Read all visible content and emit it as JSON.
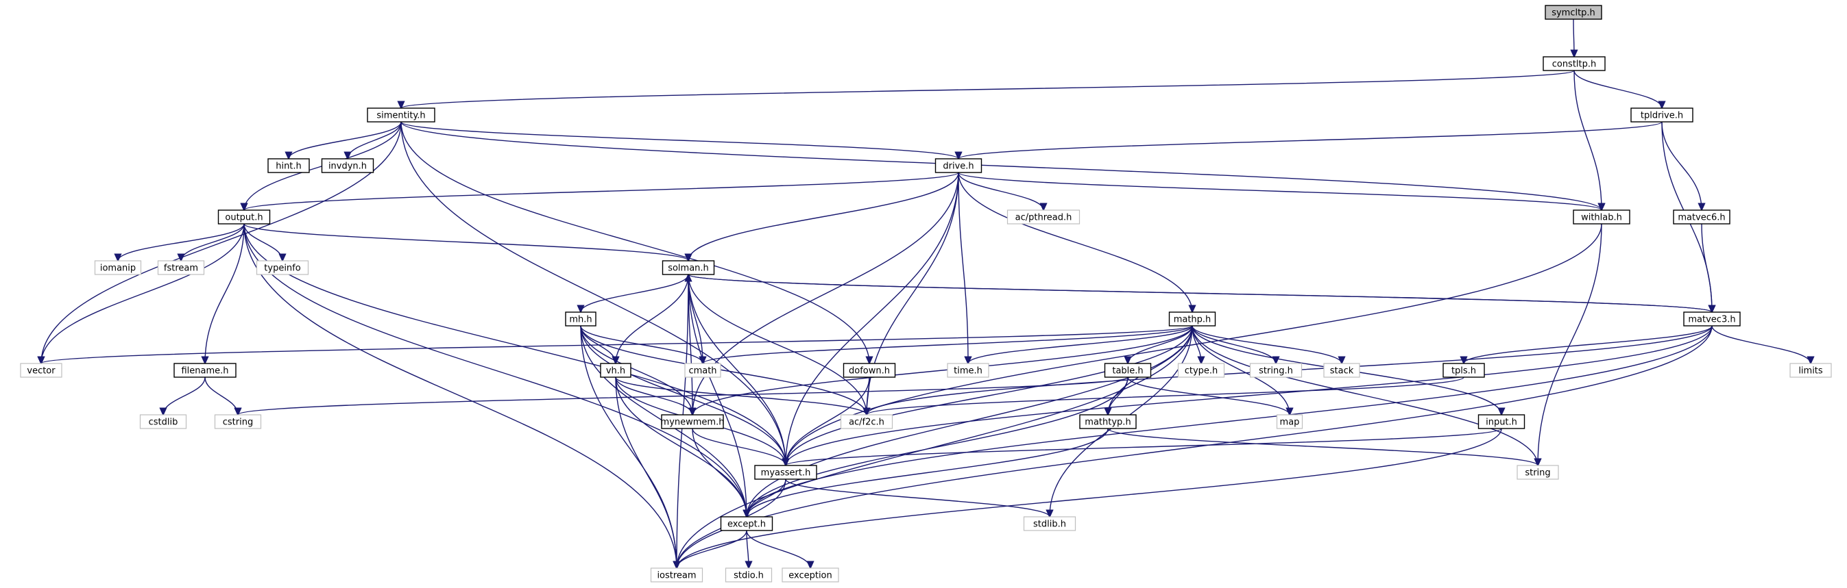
{
  "diagram": {
    "title": "",
    "nodes": [
      {
        "id": "symcltp",
        "label": "symcltp.h",
        "kind": "root"
      },
      {
        "id": "constltp",
        "label": "constltp.h",
        "kind": "file"
      },
      {
        "id": "simentity",
        "label": "simentity.h",
        "kind": "file"
      },
      {
        "id": "tpldrive",
        "label": "tpldrive.h",
        "kind": "file"
      },
      {
        "id": "hint",
        "label": "hint.h",
        "kind": "file"
      },
      {
        "id": "invdyn",
        "label": "invdyn.h",
        "kind": "file"
      },
      {
        "id": "drive",
        "label": "drive.h",
        "kind": "file"
      },
      {
        "id": "output",
        "label": "output.h",
        "kind": "file"
      },
      {
        "id": "pthread",
        "label": "ac/pthread.h",
        "kind": "system"
      },
      {
        "id": "withlab",
        "label": "withlab.h",
        "kind": "file"
      },
      {
        "id": "matvec6",
        "label": "matvec6.h",
        "kind": "file"
      },
      {
        "id": "iomanip",
        "label": "iomanip",
        "kind": "system"
      },
      {
        "id": "fstream",
        "label": "fstream",
        "kind": "system"
      },
      {
        "id": "typeinfo",
        "label": "typeinfo",
        "kind": "system"
      },
      {
        "id": "solman",
        "label": "solman.h",
        "kind": "file"
      },
      {
        "id": "matvec3",
        "label": "matvec3.h",
        "kind": "file"
      },
      {
        "id": "mh",
        "label": "mh.h",
        "kind": "file"
      },
      {
        "id": "mathp",
        "label": "mathp.h",
        "kind": "file"
      },
      {
        "id": "vector",
        "label": "vector",
        "kind": "system"
      },
      {
        "id": "filename",
        "label": "filename.h",
        "kind": "file"
      },
      {
        "id": "cmath",
        "label": "cmath",
        "kind": "system"
      },
      {
        "id": "vh",
        "label": "vh.h",
        "kind": "file"
      },
      {
        "id": "dofown",
        "label": "dofown.h",
        "kind": "file"
      },
      {
        "id": "timeh",
        "label": "time.h",
        "kind": "system"
      },
      {
        "id": "table",
        "label": "table.h",
        "kind": "file"
      },
      {
        "id": "ctype",
        "label": "ctype.h",
        "kind": "system"
      },
      {
        "id": "stringh",
        "label": "string.h",
        "kind": "system"
      },
      {
        "id": "stack",
        "label": "stack",
        "kind": "system"
      },
      {
        "id": "limits",
        "label": "limits",
        "kind": "system"
      },
      {
        "id": "tpls",
        "label": "tpls.h",
        "kind": "file"
      },
      {
        "id": "cstdlib",
        "label": "cstdlib",
        "kind": "system"
      },
      {
        "id": "cstring",
        "label": "cstring",
        "kind": "system"
      },
      {
        "id": "mynewmem",
        "label": "mynewmem.h",
        "kind": "file"
      },
      {
        "id": "f2c",
        "label": "ac/f2c.h",
        "kind": "system"
      },
      {
        "id": "mathtyp",
        "label": "mathtyp.h",
        "kind": "file"
      },
      {
        "id": "map",
        "label": "map",
        "kind": "system"
      },
      {
        "id": "input",
        "label": "input.h",
        "kind": "file"
      },
      {
        "id": "myassert",
        "label": "myassert.h",
        "kind": "file"
      },
      {
        "id": "string",
        "label": "string",
        "kind": "system"
      },
      {
        "id": "except",
        "label": "except.h",
        "kind": "file"
      },
      {
        "id": "stdlib",
        "label": "stdlib.h",
        "kind": "system"
      },
      {
        "id": "iostream",
        "label": "iostream",
        "kind": "system"
      },
      {
        "id": "stdio",
        "label": "stdio.h",
        "kind": "system"
      },
      {
        "id": "exception",
        "label": "exception",
        "kind": "system"
      }
    ],
    "edges": [
      [
        "symcltp",
        "constltp"
      ],
      [
        "constltp",
        "simentity"
      ],
      [
        "constltp",
        "tpldrive"
      ],
      [
        "constltp",
        "withlab"
      ],
      [
        "simentity",
        "hint"
      ],
      [
        "simentity",
        "invdyn"
      ],
      [
        "simentity",
        "drive"
      ],
      [
        "simentity",
        "output"
      ],
      [
        "simentity",
        "withlab"
      ],
      [
        "simentity",
        "vector"
      ],
      [
        "simentity",
        "dofown"
      ],
      [
        "simentity",
        "myassert"
      ],
      [
        "tpldrive",
        "drive"
      ],
      [
        "tpldrive",
        "matvec6"
      ],
      [
        "tpldrive",
        "matvec3"
      ],
      [
        "drive",
        "output"
      ],
      [
        "drive",
        "pthread"
      ],
      [
        "drive",
        "withlab"
      ],
      [
        "drive",
        "solman"
      ],
      [
        "drive",
        "mathp"
      ],
      [
        "drive",
        "timeh"
      ],
      [
        "drive",
        "f2c"
      ],
      [
        "drive",
        "mynewmem"
      ],
      [
        "drive",
        "myassert"
      ],
      [
        "output",
        "iomanip"
      ],
      [
        "output",
        "fstream"
      ],
      [
        "output",
        "typeinfo"
      ],
      [
        "output",
        "vector"
      ],
      [
        "output",
        "filename"
      ],
      [
        "output",
        "solman"
      ],
      [
        "output",
        "myassert"
      ],
      [
        "output",
        "except"
      ],
      [
        "output",
        "iostream"
      ],
      [
        "withlab",
        "string"
      ],
      [
        "withlab",
        "myassert"
      ],
      [
        "matvec6",
        "matvec3"
      ],
      [
        "solman",
        "matvec3"
      ],
      [
        "solman",
        "mh"
      ],
      [
        "solman",
        "cmath"
      ],
      [
        "solman",
        "vh"
      ],
      [
        "solman",
        "f2c"
      ],
      [
        "solman",
        "myassert"
      ],
      [
        "solman",
        "except"
      ],
      [
        "solman",
        "iostream"
      ],
      [
        "solman",
        "mynewmem"
      ],
      [
        "matvec3",
        "solman"
      ],
      [
        "matvec3",
        "tpls"
      ],
      [
        "matvec3",
        "limits"
      ],
      [
        "matvec3",
        "f2c"
      ],
      [
        "matvec3",
        "myassert"
      ],
      [
        "matvec3",
        "except"
      ],
      [
        "matvec3",
        "iostream"
      ],
      [
        "mh",
        "cmath"
      ],
      [
        "mh",
        "vh"
      ],
      [
        "mh",
        "mynewmem"
      ],
      [
        "mh",
        "f2c"
      ],
      [
        "mh",
        "myassert"
      ],
      [
        "mh",
        "except"
      ],
      [
        "mh",
        "iostream"
      ],
      [
        "mathp",
        "vector"
      ],
      [
        "mathp",
        "cmath"
      ],
      [
        "mathp",
        "timeh"
      ],
      [
        "mathp",
        "table"
      ],
      [
        "mathp",
        "ctype"
      ],
      [
        "mathp",
        "stringh"
      ],
      [
        "mathp",
        "stack"
      ],
      [
        "mathp",
        "map"
      ],
      [
        "mathp",
        "mathtyp"
      ],
      [
        "mathp",
        "input"
      ],
      [
        "mathp",
        "string"
      ],
      [
        "mathp",
        "mynewmem"
      ],
      [
        "mathp",
        "myassert"
      ],
      [
        "mathp",
        "except"
      ],
      [
        "mathp",
        "stdlib"
      ],
      [
        "mathp",
        "iostream"
      ],
      [
        "filename",
        "cstdlib"
      ],
      [
        "filename",
        "cstring"
      ],
      [
        "vh",
        "mynewmem"
      ],
      [
        "vh",
        "f2c"
      ],
      [
        "vh",
        "myassert"
      ],
      [
        "vh",
        "except"
      ],
      [
        "vh",
        "iostream"
      ],
      [
        "dofown",
        "f2c"
      ],
      [
        "dofown",
        "myassert"
      ],
      [
        "table",
        "cstring"
      ],
      [
        "table",
        "mathtyp"
      ],
      [
        "table",
        "map"
      ],
      [
        "table",
        "except"
      ],
      [
        "tpls",
        "f2c"
      ],
      [
        "mynewmem",
        "myassert"
      ],
      [
        "mynewmem",
        "except"
      ],
      [
        "mathtyp",
        "string"
      ],
      [
        "mathtyp",
        "except"
      ],
      [
        "input",
        "myassert"
      ],
      [
        "input",
        "iostream"
      ],
      [
        "myassert",
        "except"
      ],
      [
        "myassert",
        "stdlib"
      ],
      [
        "myassert",
        "iostream"
      ],
      [
        "except",
        "iostream"
      ],
      [
        "except",
        "stdio"
      ],
      [
        "except",
        "exception"
      ]
    ]
  }
}
